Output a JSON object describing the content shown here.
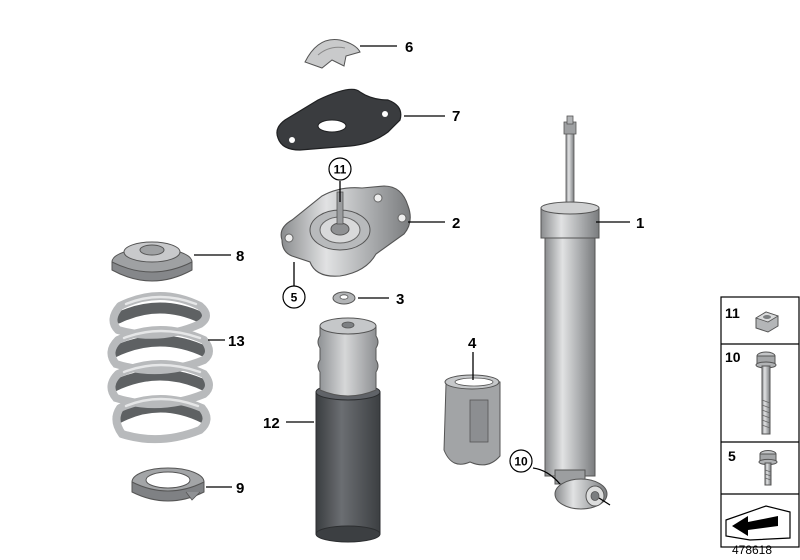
{
  "diagram_id": "478618",
  "callouts": {
    "p1": "1",
    "p2": "2",
    "p3": "3",
    "p4": "4",
    "p5": "5",
    "p6": "6",
    "p7": "7",
    "p8": "8",
    "p9": "9",
    "p10": "10",
    "p11": "11",
    "p12": "12",
    "p13": "13"
  },
  "legend": {
    "n11": "11",
    "n10": "10",
    "n5": "5"
  },
  "colors": {
    "metal": "#a9abad",
    "metal_light": "#dcdddd",
    "metal_dark": "#6f7274",
    "boot": "#4f5256",
    "gasket": "#2e3033"
  }
}
